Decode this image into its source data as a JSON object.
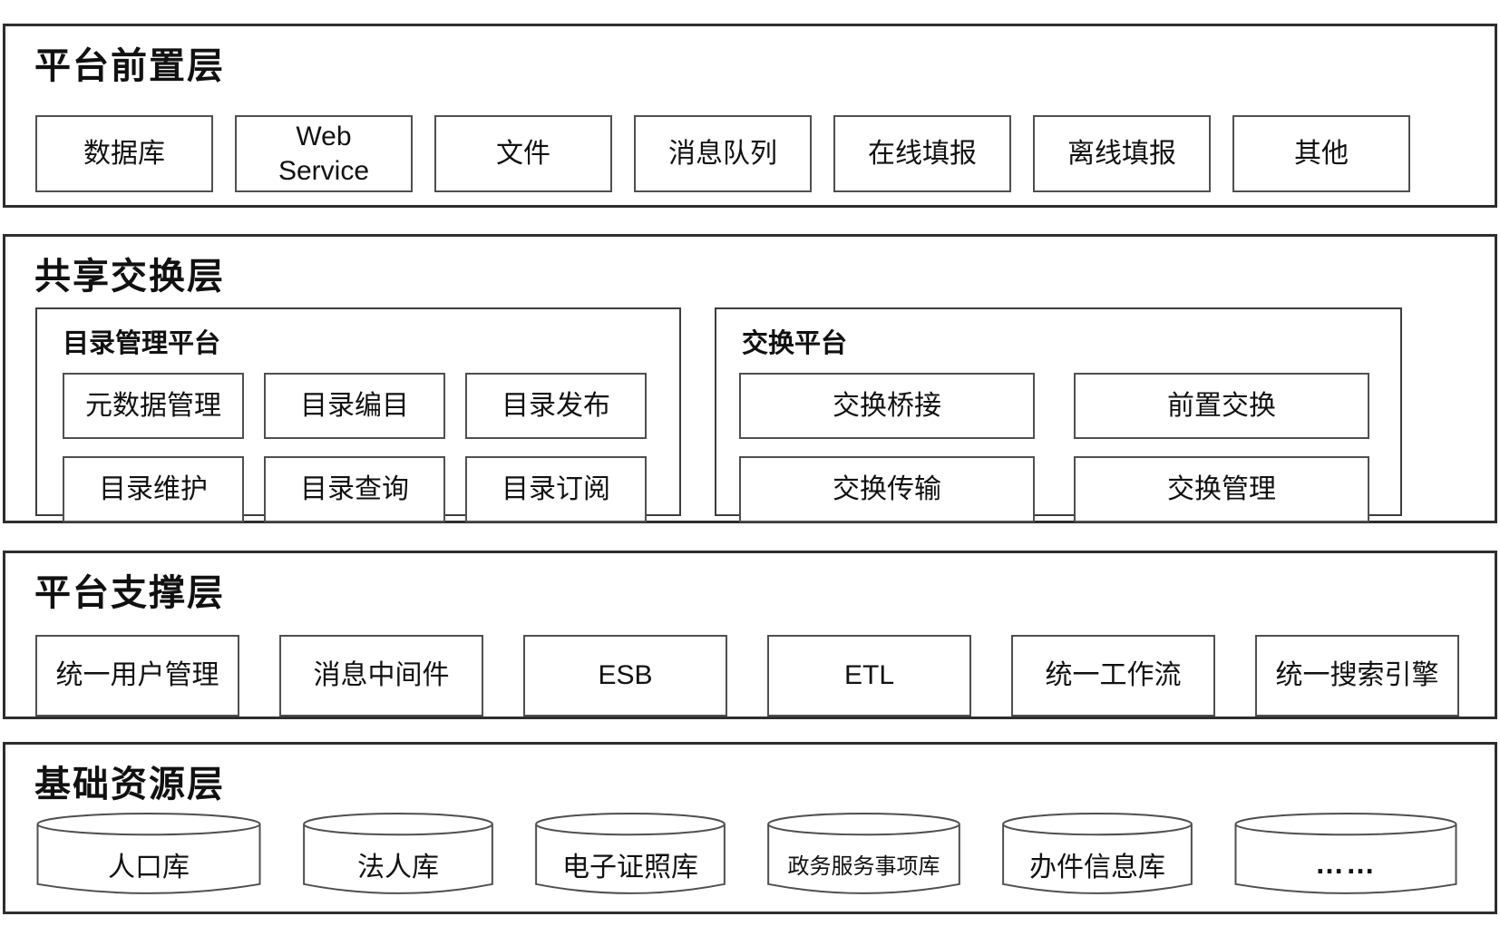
{
  "diagram": {
    "colors": {
      "background": "#ffffff",
      "outer_border": "#2e2e2e",
      "inner_border": "#4f4f4f",
      "text": "#111111"
    },
    "layers": [
      {
        "title": "平台前置层",
        "boxes": [
          "数据库",
          "Web\nService",
          "文件",
          "消息队列",
          "在线填报",
          "离线填报",
          "其他"
        ]
      },
      {
        "title": "共享交换层",
        "panels": [
          {
            "title": "目录管理平台",
            "boxes": [
              "元数据管理",
              "目录编目",
              "目录发布",
              "目录维护",
              "目录查询",
              "目录订阅"
            ]
          },
          {
            "title": "交换平台",
            "boxes": [
              "交换桥接",
              "前置交换",
              "交换传输",
              "交换管理"
            ]
          }
        ]
      },
      {
        "title": "平台支撑层",
        "boxes": [
          "统一用户管理",
          "消息中间件",
          "ESB",
          "ETL",
          "统一工作流",
          "统一搜索引擎"
        ]
      },
      {
        "title": "基础资源层",
        "cylinders": [
          "人口库",
          "法人库",
          "电子证照库",
          "政务服务事项库",
          "办件信息库",
          "……"
        ]
      }
    ]
  }
}
